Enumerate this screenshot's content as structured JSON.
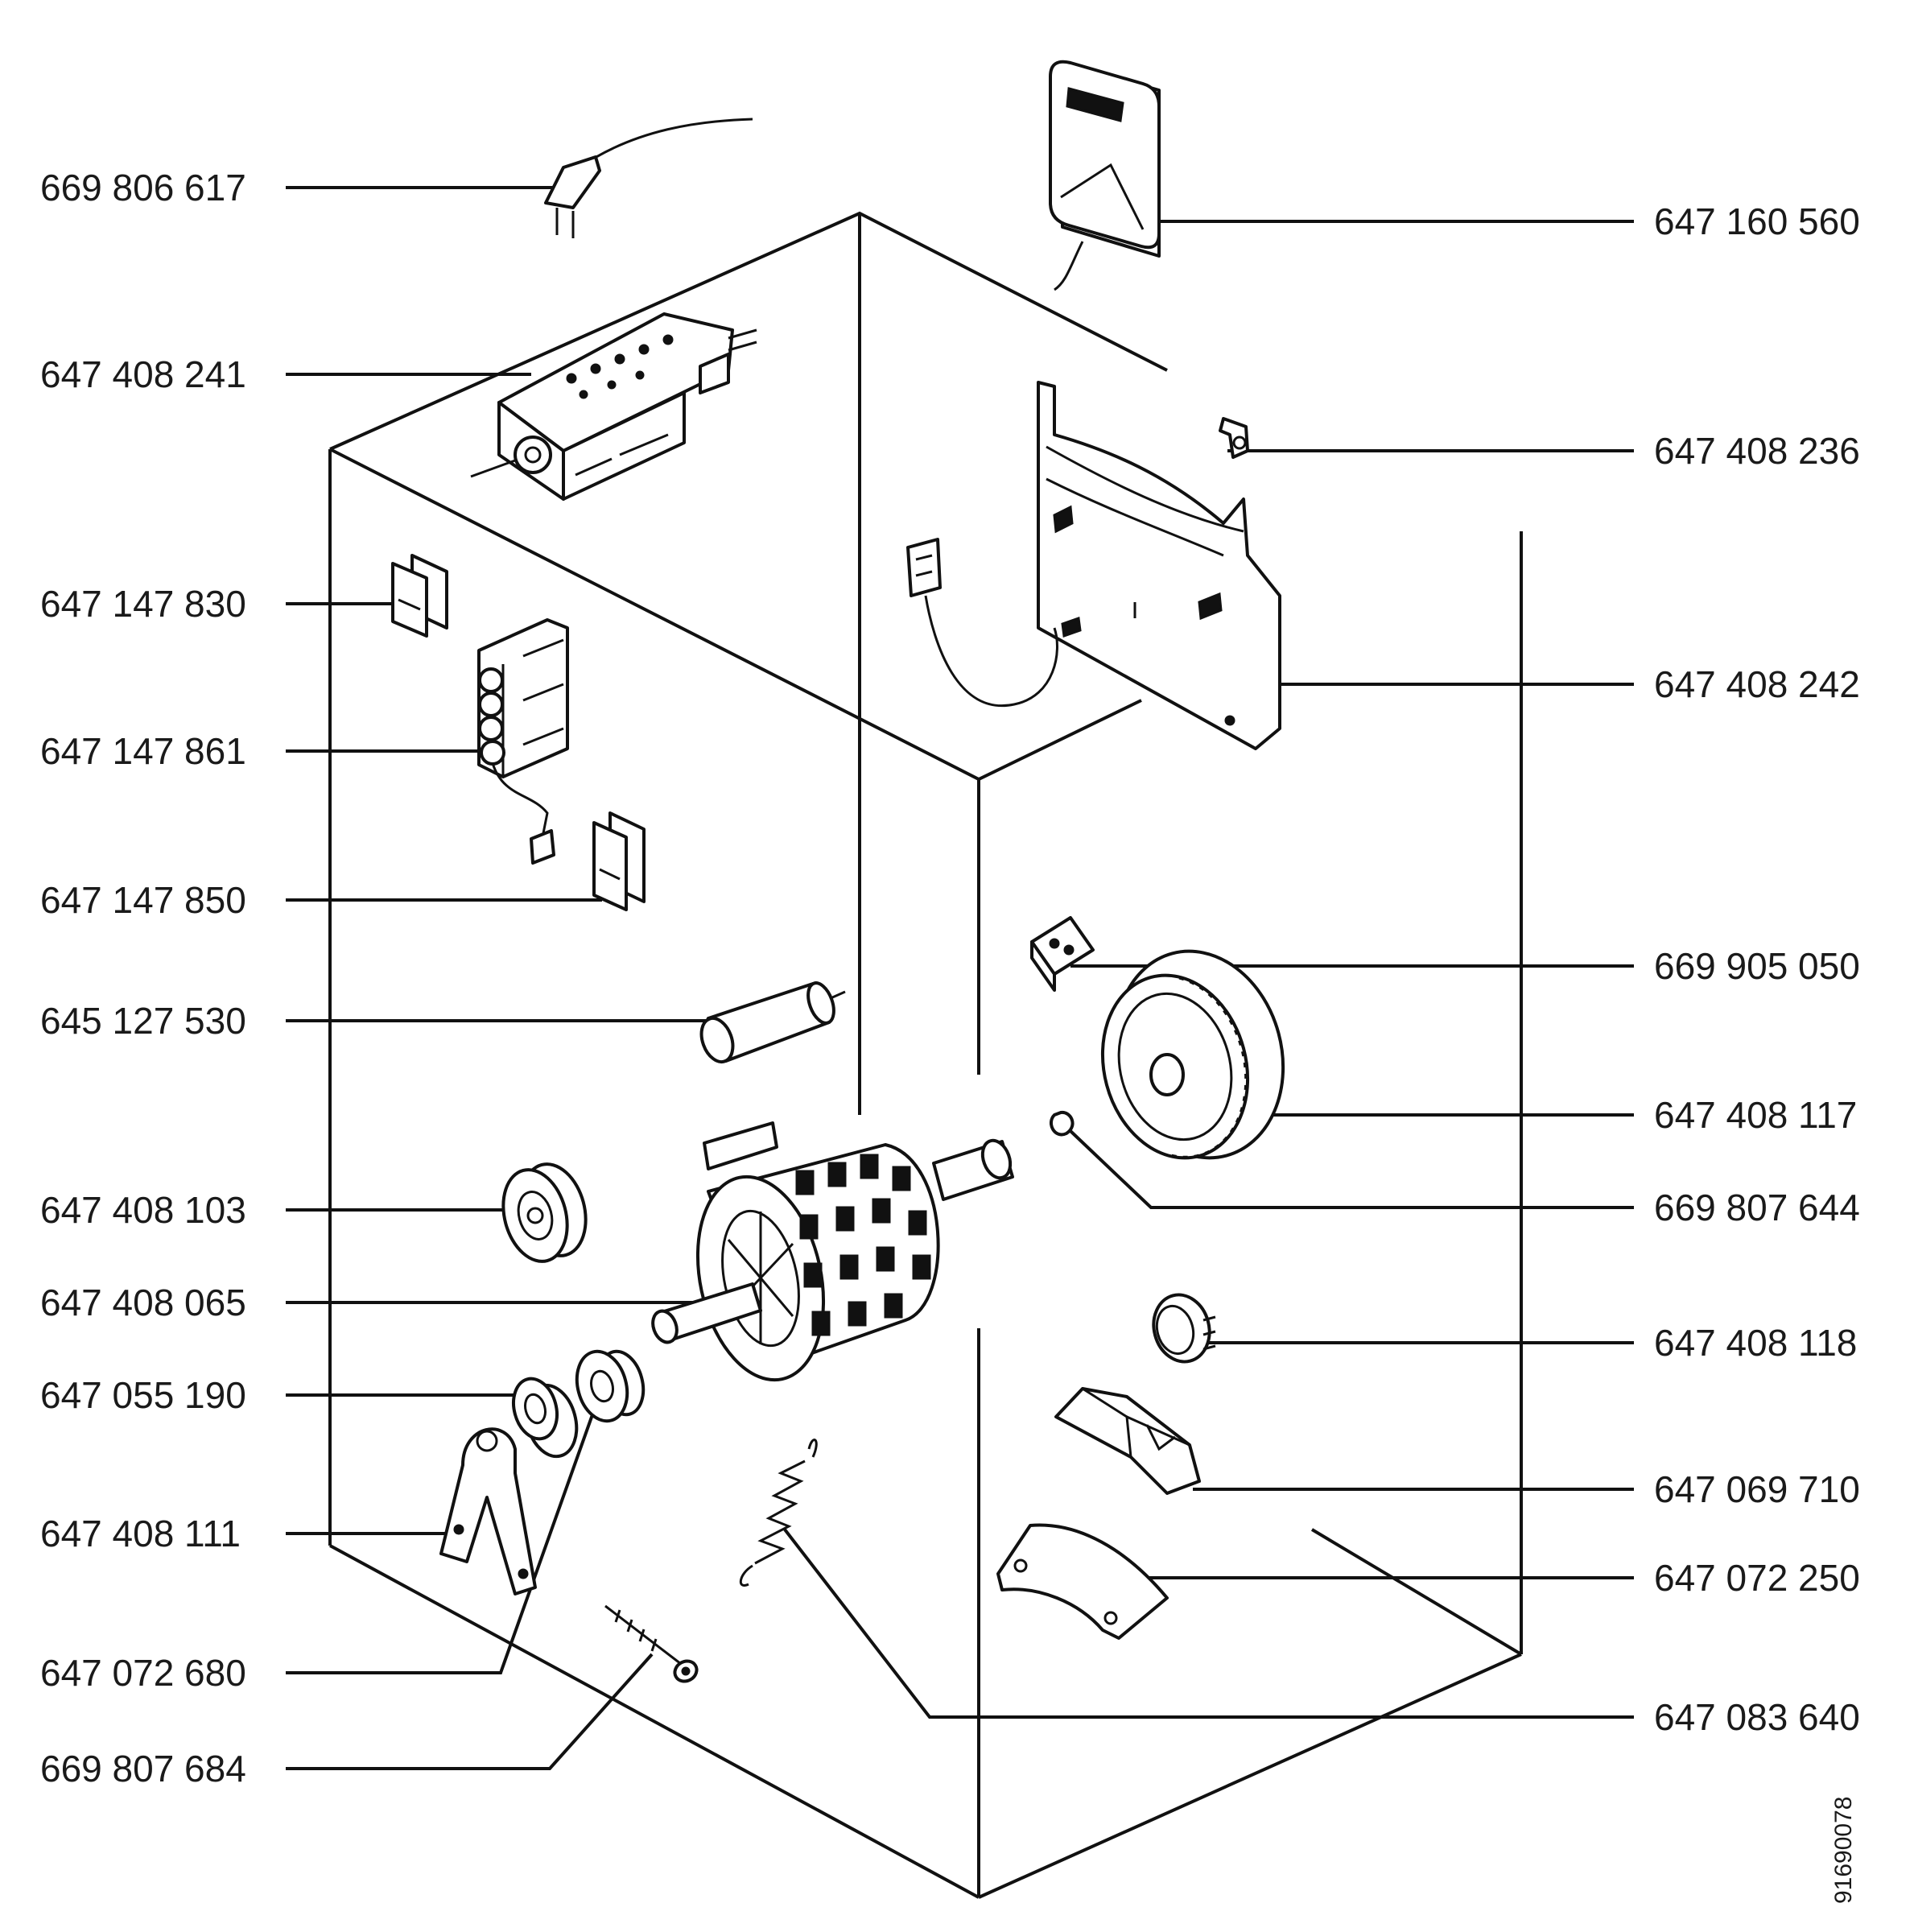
{
  "diagram": {
    "labels_left": [
      {
        "key": "cord",
        "text": "669 806 617"
      },
      {
        "key": "timer",
        "text": "647 408 241"
      },
      {
        "key": "switch1",
        "text": "647 147 830"
      },
      {
        "key": "switchblock",
        "text": "647 147 861"
      },
      {
        "key": "switch2",
        "text": "647 147 850"
      },
      {
        "key": "capacitor",
        "text": "645 127 530"
      },
      {
        "key": "pulley",
        "text": "647 408 103"
      },
      {
        "key": "motor",
        "text": "647 408 065"
      },
      {
        "key": "bearing",
        "text": "647 055 190"
      },
      {
        "key": "bracket",
        "text": "647 408 111"
      },
      {
        "key": "washer",
        "text": "647 072 680"
      },
      {
        "key": "screw",
        "text": "669 807 684"
      }
    ],
    "labels_right": [
      {
        "key": "heater",
        "text": "647 160 560"
      },
      {
        "key": "clip",
        "text": "647 408 236"
      },
      {
        "key": "plate",
        "text": "647 408 242"
      },
      {
        "key": "thermostat",
        "text": "669 905 050"
      },
      {
        "key": "fan",
        "text": "647 408 117"
      },
      {
        "key": "circlip",
        "text": "669 807 644"
      },
      {
        "key": "sensor",
        "text": "647 408 118"
      },
      {
        "key": "holder",
        "text": "647 069 710"
      },
      {
        "key": "support",
        "text": "647 072 250"
      },
      {
        "key": "spring",
        "text": "647 083 640"
      }
    ],
    "doc_number": "91690078"
  }
}
